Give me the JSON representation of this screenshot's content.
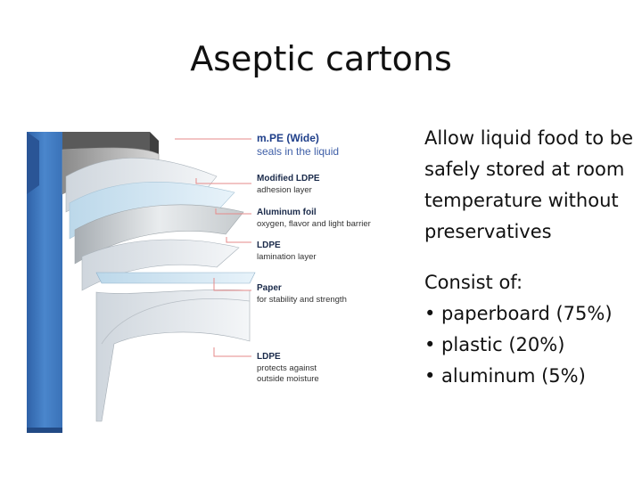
{
  "slide": {
    "title": "Aseptic cartons",
    "description": "Allow liquid food to be safely stored at room temperature without preservatives",
    "consist_heading": "Consist of:",
    "composition": [
      "• paperboard (75%)",
      "• plastic (20%)",
      "• aluminum (5%)"
    ]
  },
  "figure": {
    "layers": [
      {
        "title": "m.PE (Wide)",
        "desc": "seals in the liquid"
      },
      {
        "title": "Modified LDPE",
        "desc": "adhesion layer"
      },
      {
        "title": "Aluminum foil",
        "desc": "oxygen, flavor and light barrier"
      },
      {
        "title": "LDPE",
        "desc": "lamination layer"
      },
      {
        "title": "Paper",
        "desc": "for stability and strength"
      },
      {
        "title": "LDPE",
        "desc": "protects against",
        "desc2": "outside moisture"
      }
    ],
    "colors": {
      "carton_blue": "#3d79c2",
      "leader_red": "#e58a8a"
    }
  }
}
